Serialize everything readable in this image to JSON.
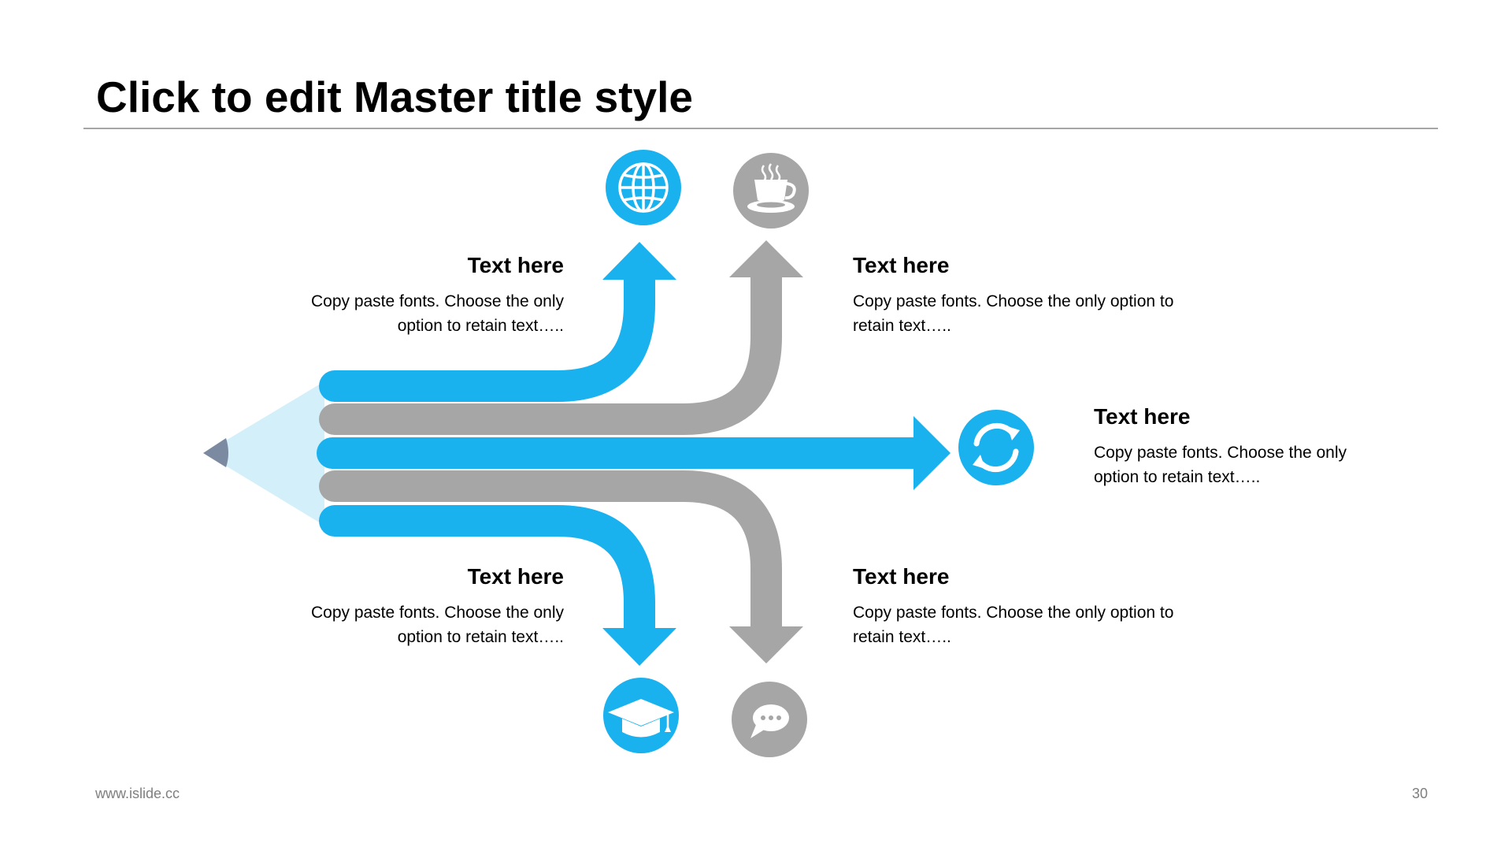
{
  "title": "Click to edit Master title style",
  "colors": {
    "accent": "#1ab1ef",
    "gray": "#a6a6a6",
    "pencil_wood": "#d3effa",
    "pencil_lead": "#7b8aa0"
  },
  "branches": [
    {
      "id": "top-left",
      "color": "accent",
      "icon": "globe-icon",
      "heading": "Text here",
      "body": "Copy paste fonts. Choose the only option to retain text….."
    },
    {
      "id": "top-right",
      "color": "gray",
      "icon": "coffee-cup-icon",
      "heading": "Text here",
      "body": "Copy paste fonts. Choose the only option to retain text….."
    },
    {
      "id": "middle",
      "color": "accent",
      "icon": "refresh-icon",
      "heading": "Text here",
      "body": "Copy paste fonts. Choose the only option to retain text….."
    },
    {
      "id": "bottom-left",
      "color": "accent",
      "icon": "graduation-cap-icon",
      "heading": "Text here",
      "body": "Copy paste fonts. Choose the only option to retain text….."
    },
    {
      "id": "bottom-right",
      "color": "gray",
      "icon": "chat-bubble-icon",
      "heading": "Text here",
      "body": "Copy paste fonts. Choose the only option to retain text….."
    }
  ],
  "footer": {
    "website": "www.islide.cc",
    "page_number": "30"
  }
}
